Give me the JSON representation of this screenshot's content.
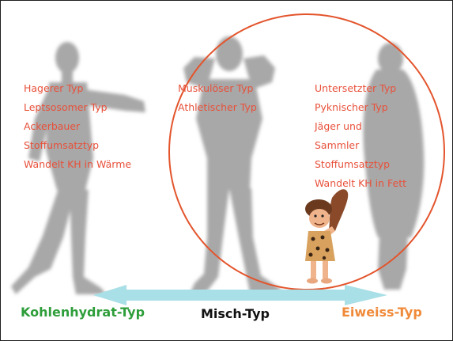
{
  "columns": {
    "left": [
      "Hagerer Typ",
      "Leptsosomer Typ",
      "Ackerbauer",
      "Stoffumsatztyp",
      "Wandelt KH in Wärme"
    ],
    "middle": [
      "Muskulöser Typ",
      "Athletischer Typ"
    ],
    "right": [
      "Untersetzter Typ",
      "Pyknischer Typ",
      "Jäger und",
      "Sammler",
      "Stoffumsatztyp",
      "Wandelt KH in Fett"
    ]
  },
  "bottom_labels": {
    "left": "Kohlenhydrat-Typ",
    "middle": "Misch-Typ",
    "right": "Eiweiss-Typ"
  },
  "colors": {
    "text_red": "#e8503a",
    "circle": "#e3542c",
    "silhouette": "#a8a8a8",
    "arrow": "#a9dfe6",
    "label_green": "#2e9e3a",
    "label_black": "#111111",
    "label_orange": "#f08a3a"
  }
}
